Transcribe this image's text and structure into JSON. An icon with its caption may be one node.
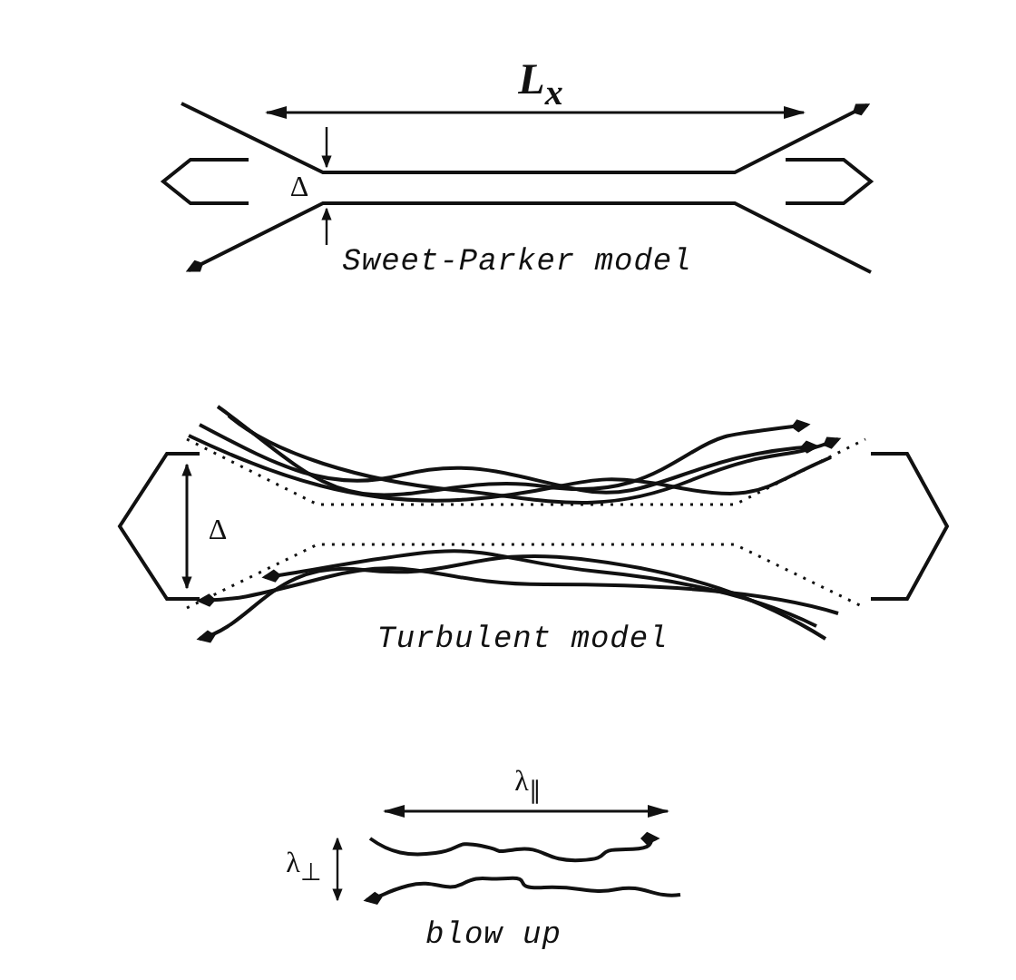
{
  "diagram": {
    "labels": [
      "L$_{x}$",
      "Δ",
      "Sweet-Parker model",
      "Δ",
      "Turbulent model",
      "λ$_{∥}$",
      "λ$_{⊥}$",
      "blow up"
    ]
  }
}
